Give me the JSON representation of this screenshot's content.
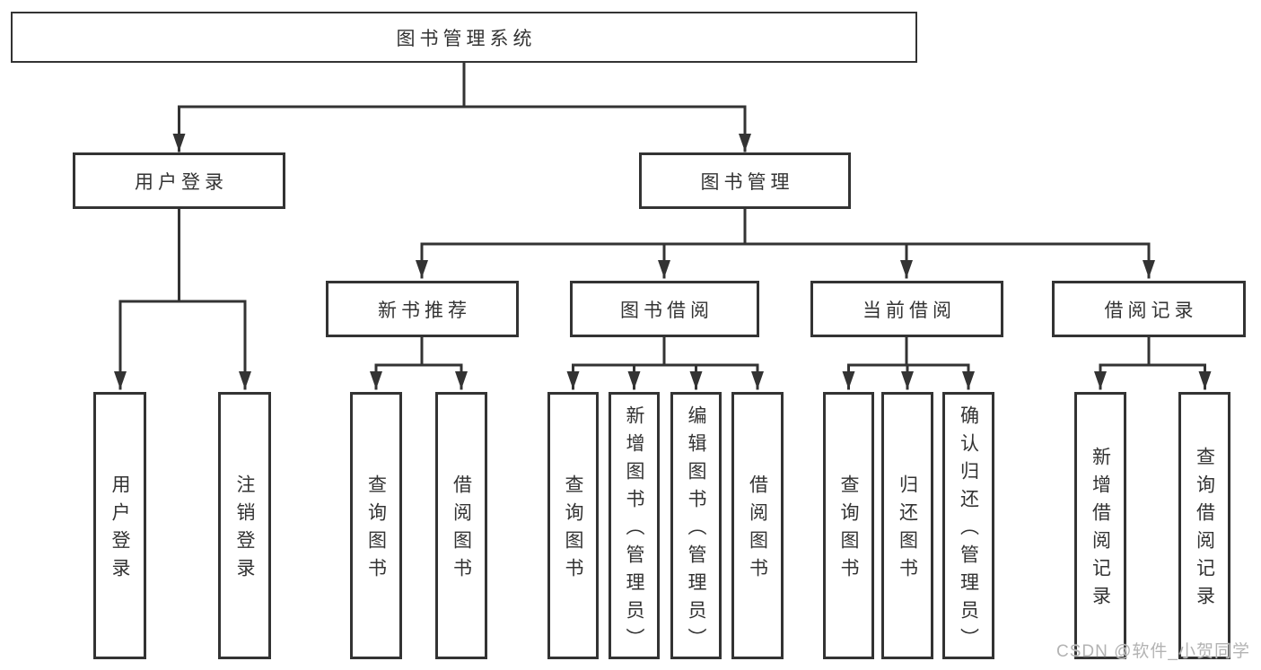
{
  "diagram": {
    "root": {
      "label": "图书管理系统"
    },
    "level2": [
      {
        "label": "用户登录"
      },
      {
        "label": "图书管理"
      }
    ],
    "level3": [
      {
        "label": "新书推荐"
      },
      {
        "label": "图书借阅"
      },
      {
        "label": "当前借阅"
      },
      {
        "label": "借阅记录"
      }
    ],
    "leaves": {
      "user_login": [
        {
          "label": "用户登录"
        },
        {
          "label": "注销登录"
        }
      ],
      "new_book": [
        {
          "label": "查询图书"
        },
        {
          "label": "借阅图书"
        }
      ],
      "book_borrow": [
        {
          "label": "查询图书"
        },
        {
          "label": "新增图书（管理员）"
        },
        {
          "label": "编辑图书（管理员）"
        },
        {
          "label": "借阅图书"
        }
      ],
      "current_borrow": [
        {
          "label": "查询图书"
        },
        {
          "label": "归还图书"
        },
        {
          "label": "确认归还（管理员）"
        }
      ],
      "borrow_records": [
        {
          "label": "新增借阅记录"
        },
        {
          "label": "查询借阅记录"
        }
      ]
    },
    "watermark": "CSDN @软件_小贺同学",
    "colors": {
      "background": "#ffffff",
      "line": "#333333",
      "text": "#333333",
      "watermark": "#b3b3b3"
    }
  }
}
